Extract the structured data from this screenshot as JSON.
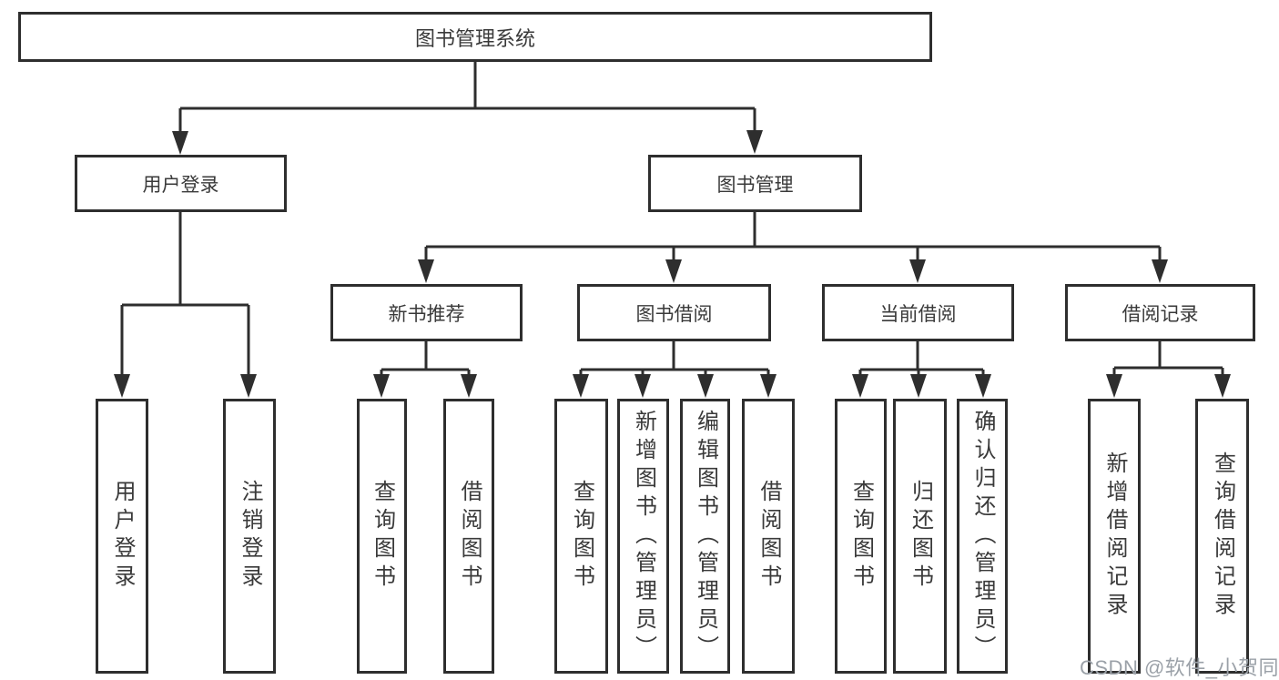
{
  "tree": {
    "root": "图书管理系统",
    "left": {
      "label": "用户登录",
      "children": [
        "用户登录",
        "注销登录"
      ]
    },
    "right": {
      "label": "图书管理",
      "groups": [
        {
          "label": "新书推荐",
          "children": [
            "查询图书",
            "借阅图书"
          ]
        },
        {
          "label": "图书借阅",
          "children": [
            "查询图书",
            "新增图书（管理员）",
            "编辑图书（管理员）",
            "借阅图书"
          ]
        },
        {
          "label": "当前借阅",
          "children": [
            "查询图书",
            "归还图书",
            "确认归还（管理员）"
          ]
        },
        {
          "label": "借阅记录",
          "children": [
            "新增借阅记录",
            "查询借阅记录"
          ]
        }
      ]
    }
  },
  "watermark": "CSDN @软件_小贺同学",
  "colors": {
    "line": "#2e2e2e",
    "text": "#3a3a3a",
    "watermark": "#9ba1a8",
    "background": "#ffffff"
  }
}
